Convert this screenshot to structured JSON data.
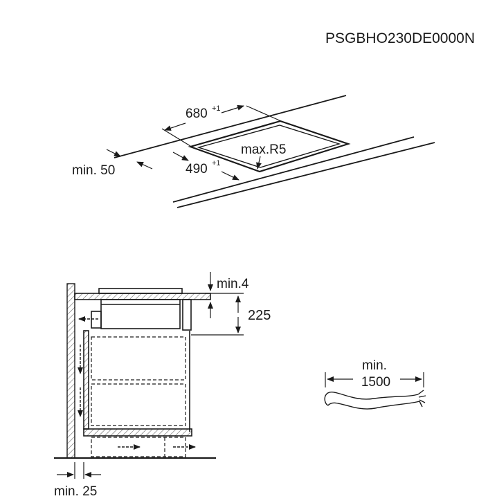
{
  "model_code": "PSGBHO230DE0000N",
  "cutout": {
    "width": "680",
    "width_tol": "+1",
    "depth": "490",
    "depth_tol": "+1",
    "radius": "max.R5",
    "edge_min": "min. 50"
  },
  "cabinet": {
    "top_gap": "min.4",
    "height": "225",
    "wall_gap": "min. 25"
  },
  "cable": {
    "min_label": "min.",
    "length": "1500"
  },
  "colors": {
    "line": "#1a1a1a",
    "hatch": "#555555"
  }
}
